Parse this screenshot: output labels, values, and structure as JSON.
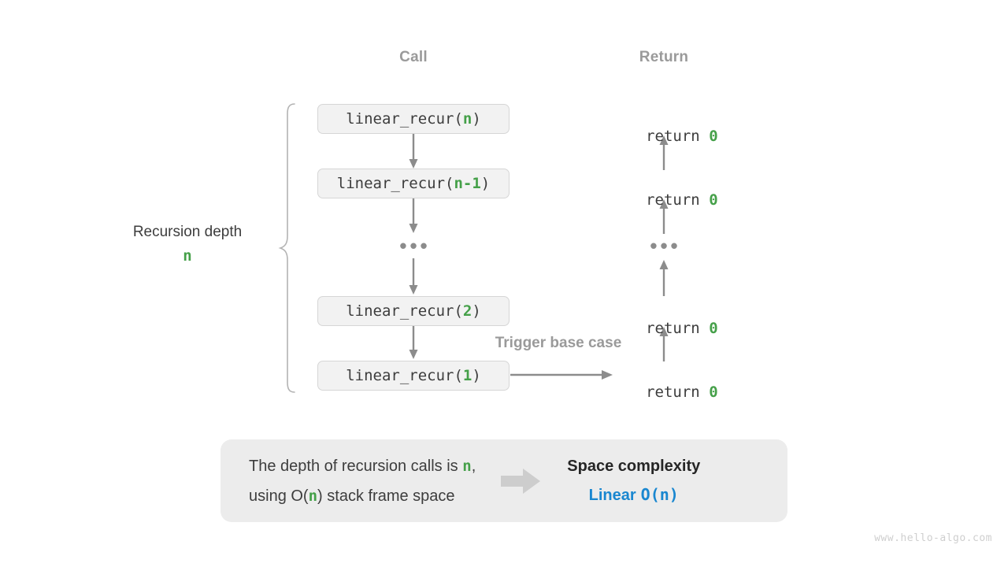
{
  "columns": {
    "call_header": "Call",
    "return_header": "Return"
  },
  "call_stack": [
    {
      "prefix": "linear_recur(",
      "arg": "n",
      "suffix": ")"
    },
    {
      "prefix": "linear_recur(",
      "arg": "n-1",
      "suffix": ")"
    },
    {
      "prefix": "linear_recur(",
      "arg": "2",
      "suffix": ")"
    },
    {
      "prefix": "linear_recur(",
      "arg": "1",
      "suffix": ")"
    }
  ],
  "returns": [
    {
      "keyword": "return ",
      "value": "0"
    },
    {
      "keyword": "return ",
      "value": "0"
    },
    {
      "keyword": "return ",
      "value": "0"
    },
    {
      "keyword": "return ",
      "value": "0"
    }
  ],
  "ellipsis": "•••",
  "depth": {
    "label": "Recursion depth",
    "value": "n"
  },
  "annotations": {
    "trigger_base_case": "Trigger base case"
  },
  "summary": {
    "line1_a": "The depth of recursion calls is ",
    "line1_n": "n",
    "line1_b": ",",
    "line2_a": "using O(",
    "line2_n": "n",
    "line2_b": ") stack frame space",
    "result_title": "Space complexity",
    "result_label": "Linear",
    "result_value": "O(n)"
  },
  "watermark": "www.hello-algo.com",
  "colors": {
    "green": "#45a049",
    "blue": "#1a87d0",
    "gray_text": "#9a9a9a",
    "dark_text": "#3d3d3d",
    "box_fill": "#f2f2f2",
    "box_border": "#d6d6d6",
    "panel_fill": "#ececec",
    "arrow": "#8c8c8c",
    "watermark": "#cfcfcf"
  }
}
